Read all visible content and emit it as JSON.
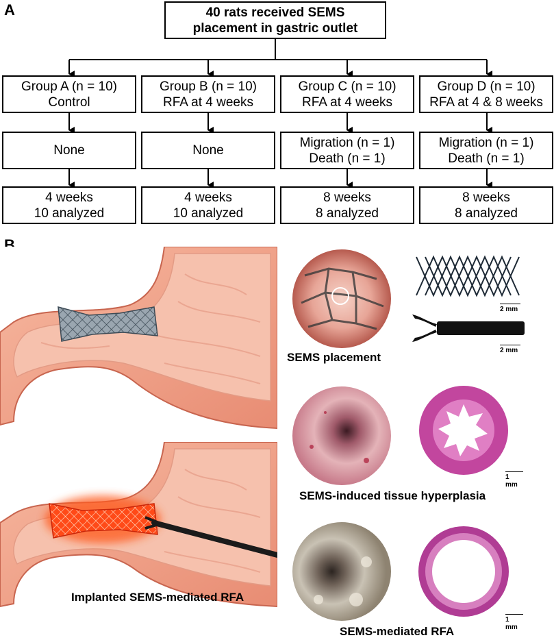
{
  "panel_a": {
    "letter": "A",
    "top_box": {
      "line1": "40 rats received SEMS",
      "line2": "placement in gastric outlet"
    },
    "groups": [
      {
        "title": "Group A (n = 10)",
        "treatment": "Control",
        "complication": [
          "None"
        ],
        "outcome": [
          "4 weeks",
          "10 analyzed"
        ]
      },
      {
        "title": "Group B (n = 10)",
        "treatment": "RFA at 4 weeks",
        "complication": [
          "None"
        ],
        "outcome": [
          "4 weeks",
          "10 analyzed"
        ]
      },
      {
        "title": "Group C (n = 10)",
        "treatment": "RFA at 4 weeks",
        "complication": [
          "Migration (n = 1)",
          "Death (n = 1)"
        ],
        "outcome": [
          "8 weeks",
          "8 analyzed"
        ]
      },
      {
        "title": "Group D (n = 10)",
        "treatment": "RFA at 4 & 8 weeks",
        "complication": [
          "Migration (n = 1)",
          "Death (n = 1)"
        ],
        "outcome": [
          "8 weeks",
          "8 analyzed"
        ]
      }
    ]
  },
  "panel_b": {
    "letter": "B",
    "captions": {
      "placement": "SEMS placement",
      "hyperplasia": "SEMS-induced tissue hyperplasia",
      "rfa": "SEMS-mediated RFA",
      "implanted": "Implanted SEMS-mediated RFA"
    },
    "scale_bars": {
      "stent": "2 mm",
      "catheter": "2 mm",
      "histo1": "1 mm",
      "histo2": "1 mm"
    }
  },
  "colors": {
    "tissue": "#f2a98f",
    "tissue_dark": "#d9735f",
    "mucosa": "#f6c1ad",
    "rfa_glow": "#ff3b10",
    "he_stain": "#c2469e",
    "endoscopy": "#d98f9a"
  }
}
